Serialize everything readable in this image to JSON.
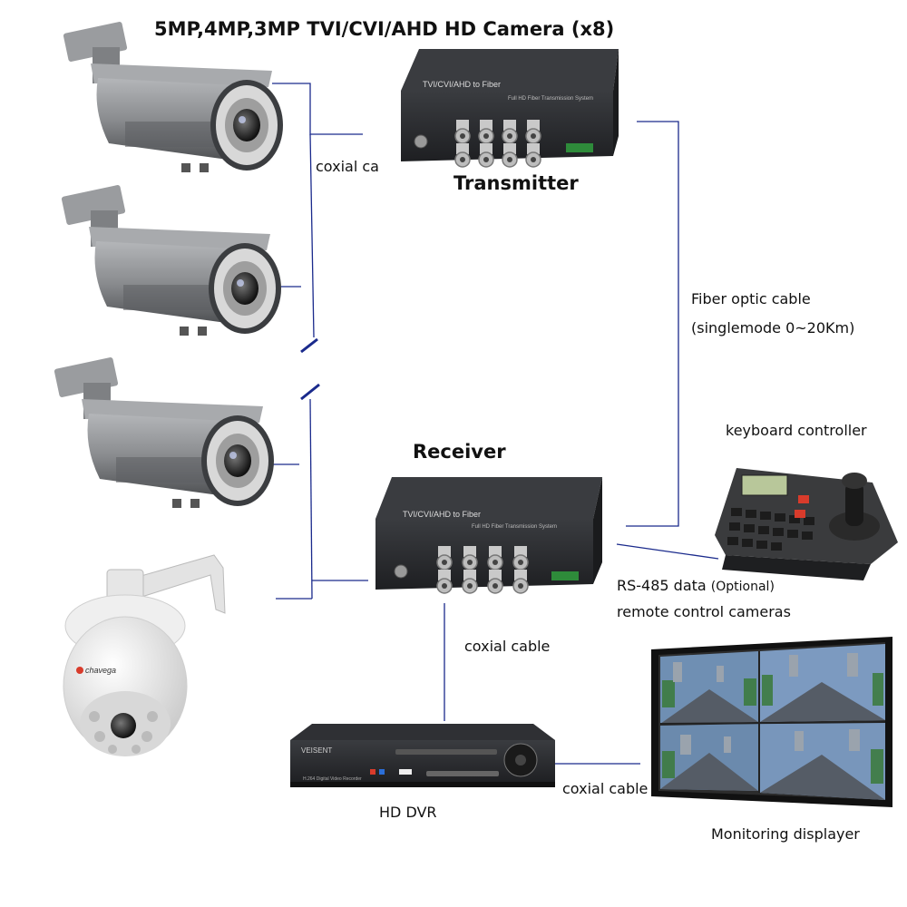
{
  "title": "5MP,4MP,3MP TVI/CVI/AHD HD Camera (x8)",
  "labels": {
    "transmitter": "Transmitter",
    "receiver": "Receiver",
    "coax_top": "coxial ca",
    "coax_mid": "coxial cable",
    "coax_bottom": "coxial cable",
    "fiber_line1": "Fiber optic  cable",
    "fiber_line2": "(singlemode 0~20Km)",
    "keyboard": "keyboard controller",
    "rs485": "RS-485 data ",
    "rs485_optional": "(Optional)",
    "remote": "remote  control cameras",
    "dvr": "HD DVR",
    "monitor": "Monitoring displayer"
  },
  "device_text": {
    "transmitter_top": "TVI/CVI/AHD to Fiber",
    "transmitter_sub": "Full HD Fiber Transmission System",
    "receiver_top": "TVI/CVI/AHD to Fiber",
    "receiver_sub": "Full HD Fiber Transmission System",
    "dvr_brand": "VEISENT",
    "dvr_model": "H.264 Digital Video Recorder",
    "dome_brand": "chavega"
  },
  "colors": {
    "cable": "#1a2a8c",
    "device_dark": "#2b2d30",
    "camera_body": "#8a8c8f",
    "ir_ring": "#cfcfcf"
  }
}
